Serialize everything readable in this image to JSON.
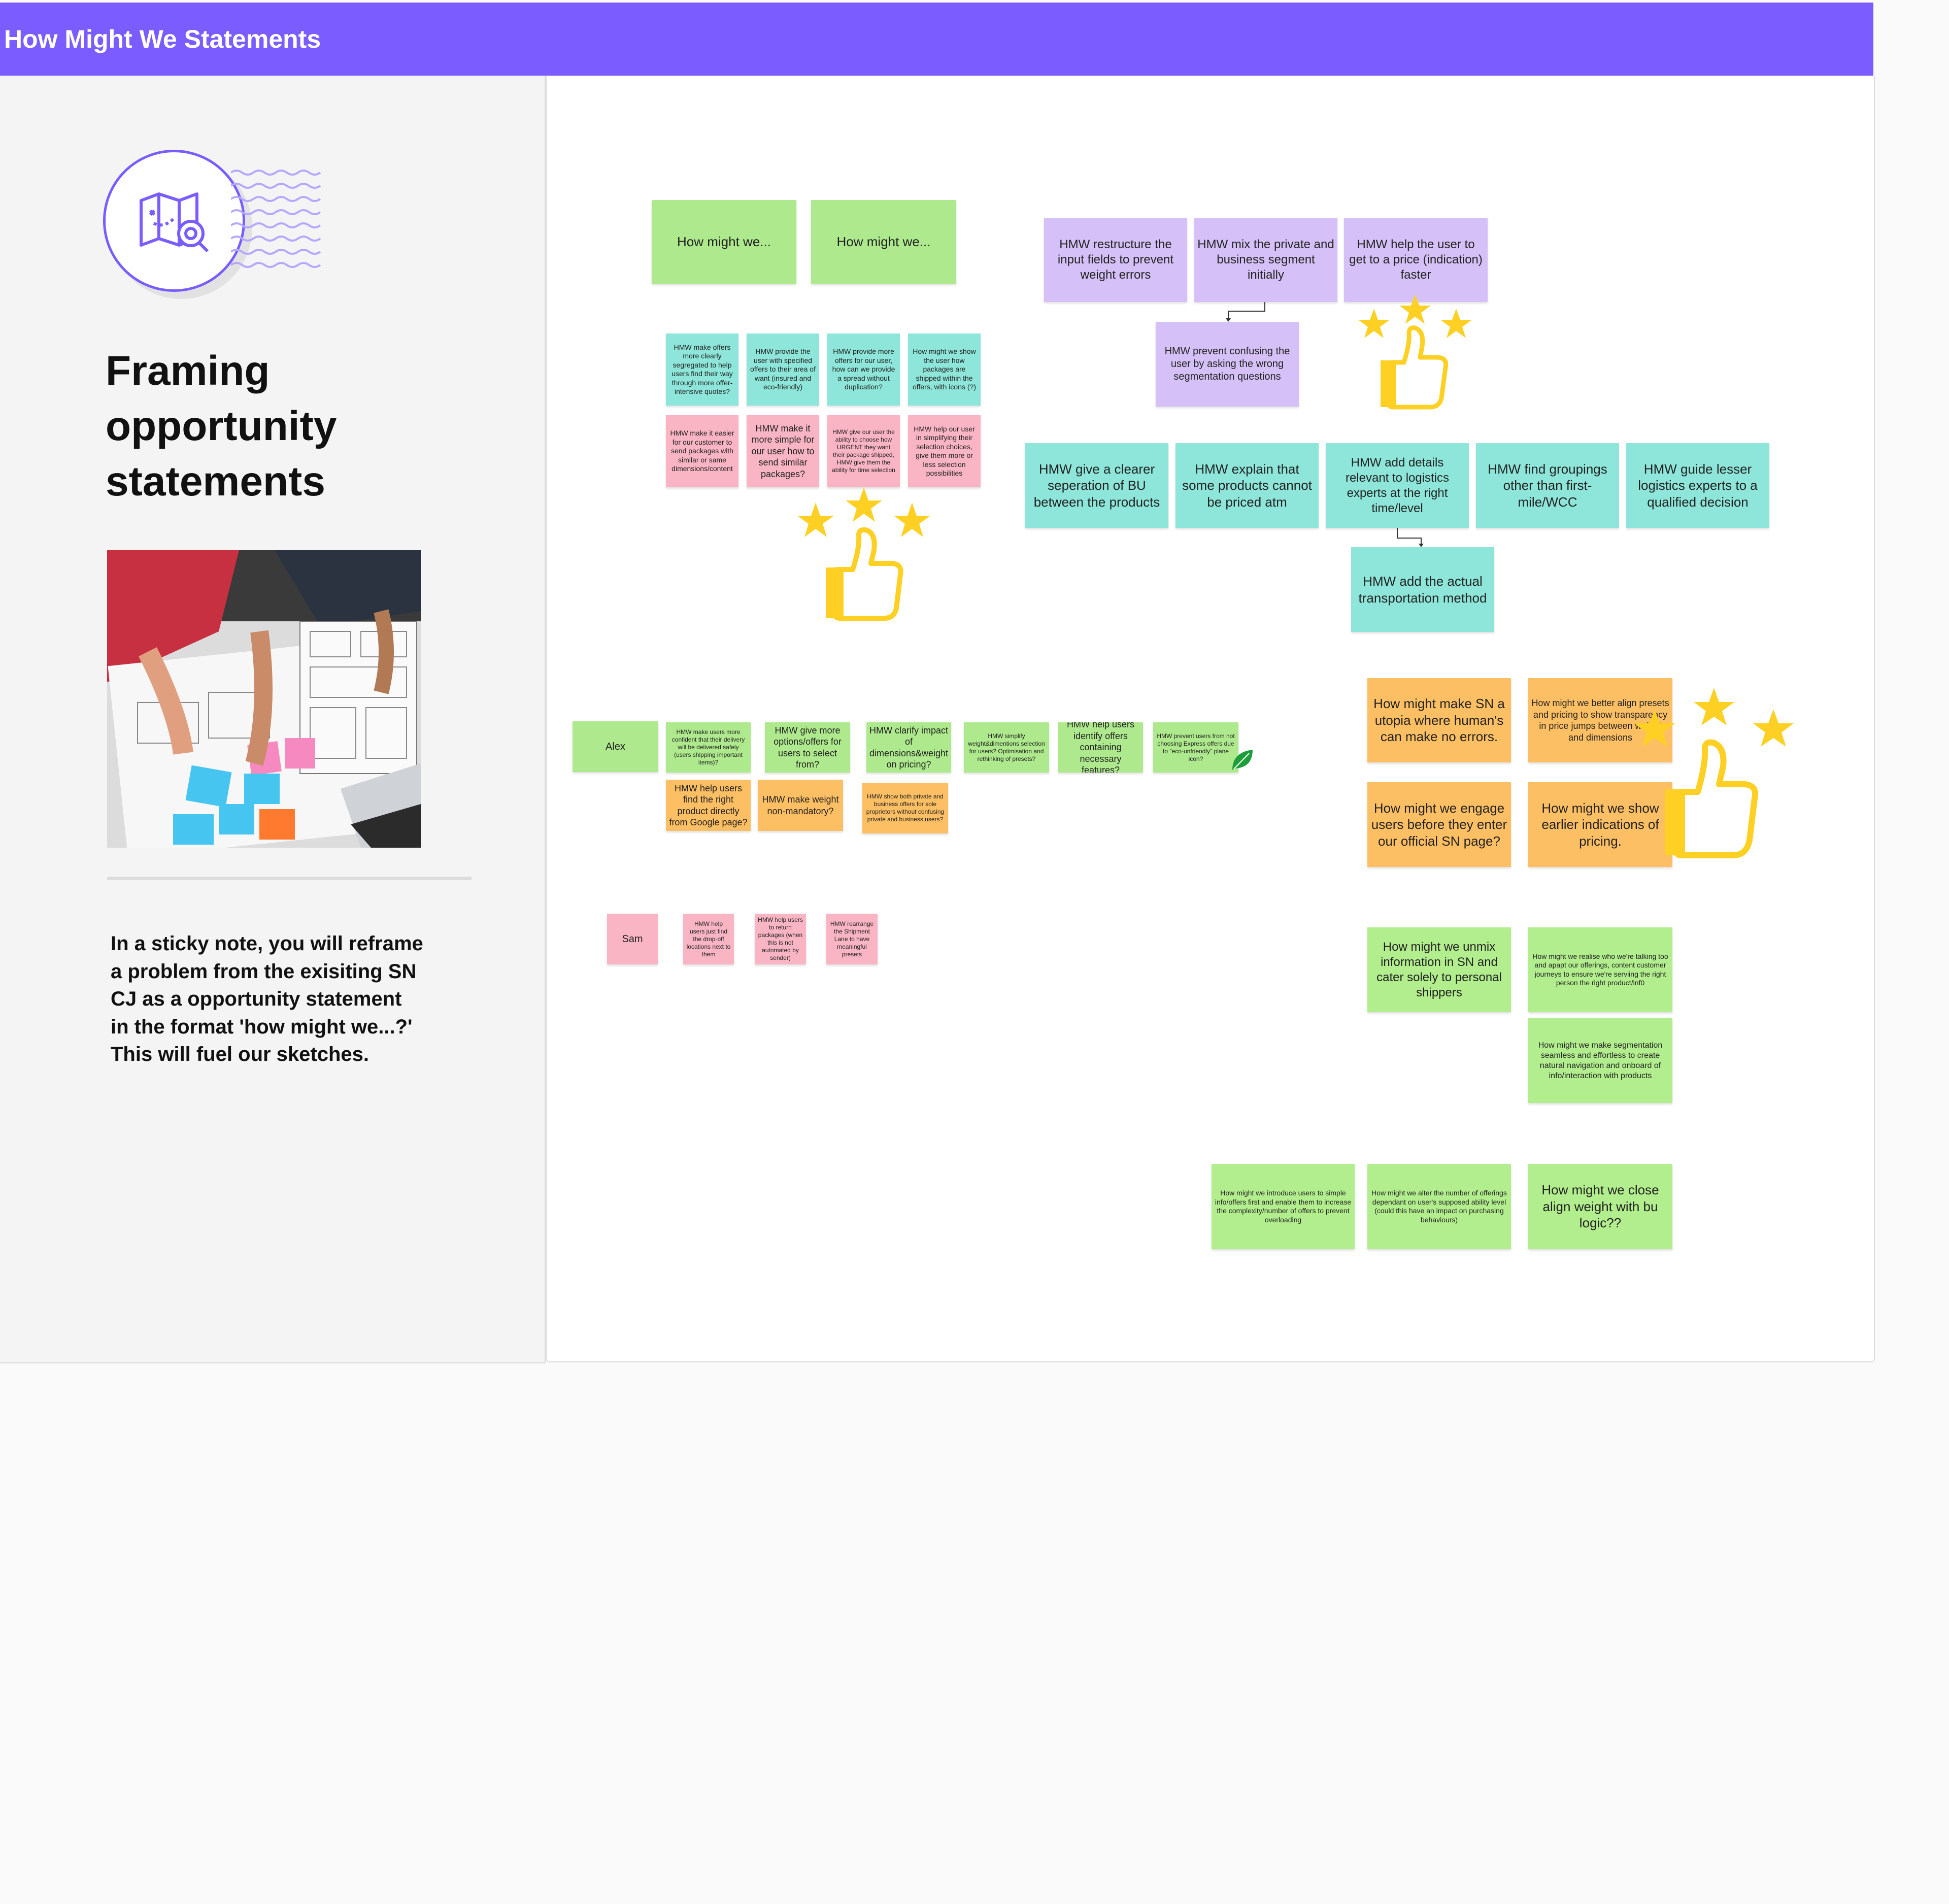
{
  "header": {
    "title": "How Might We Statements"
  },
  "panel": {
    "title": "Framing opportunity statements",
    "instructions": "In a sticky note, you will reframe a problem from the exisiting SN CJ as a opportunity statement in the format 'how might we...?' This will fuel our sketches."
  },
  "board": {
    "examples": [
      "How might we...",
      "How might we..."
    ],
    "cluster_a_teal": [
      "HMW make offers more clearly segregated to help users find their way through more offer-intensive quotes?",
      "HMW provide the user with specified offers to their area of want (insured and eco-friendly)",
      "HMW provide more offers for our user, how can we provide a spread without duplication?",
      "How might we show the user how packages are shipped within the offers, with icons (?)"
    ],
    "cluster_a_pink": [
      "HMW make it easier for our customer to send packages with similar or same dimensions/content",
      "HMW make it more simple for our user how to send similar packages?",
      "HMW give our user the ability to choose how URGENT they want their package shipped, HMW give them the ability for time selection",
      "HMW help our user in simplifying their selection choices, give them more or less selection possibilities"
    ],
    "purple": [
      "HMW restructure the input fields to prevent weight errors",
      "HMW mix the private and business segment initially",
      "HMW help the user to get to a price (indication) faster",
      "HMW prevent confusing the user by asking the wrong segmentation questions"
    ],
    "teal_row": [
      "HMW give a clearer seperation of BU between the products",
      "HMW explain that some products cannot be priced atm",
      "HMW add details relevant to logistics experts at the right time/level",
      "HMW find groupings other than first-mile/WCC",
      "HMW guide lesser logistics experts to a qualified decision",
      "HMW add the actual transportation method"
    ],
    "alex": {
      "name": "Alex",
      "green": [
        "HMW make users more confident that their delivery will be delivered safely (users shipping important items)?",
        "HMW give more options/offers for users to select from?",
        "HMW clarify impact of dimensions&weight on pricing?",
        "HMW simplify weight&dimentions selection for users? Optimisation and rethinking of presets?",
        "HMW help users identify offers containing necessary features?",
        "HMW prevent users from not choosing Express offers due to \"eco-unfriendly\" plane icon?"
      ],
      "orange": [
        "HMW help users find the right product directly from Google page?",
        "HMW make weight non-mandatory?",
        "HMW show both private and business offers for sole proprietors without confusing private and business users?"
      ]
    },
    "sam": {
      "name": "Sam",
      "pink": [
        "HMW help users just find the drop-off locations next to them",
        "HMW help users to return packages (when this is not automated by sender)",
        "HMW rearrange the Shipment Lane to have meaningful presets"
      ]
    },
    "orange_right": [
      "How might make SN a utopia where human's can make no errors.",
      "How might we better align presets and pricing to show transparency in price jumps between weight and dimensions",
      "How might we engage users before they enter our official SN page?",
      "How might we show earlier indications of pricing."
    ],
    "green_right": [
      "How might we unmix information in SN and cater solely to personal shippers",
      "How might we realise who we're talking too and apapt our offerings, content customer journeys to ensure we're serviing the right person the right product/inf0",
      "How might we make segmentation seamless and effortless to create natural navigation and onboard of info/interaction with products"
    ],
    "green_bottom": [
      "How might we introduce users to simple info/offers first and enable them to increase the complexity/number of offers to prevent overloading",
      "How might we alter the number of offerings dependant on user's supposed ability level (could this have an impact on purchasing behaviours)",
      "How might we close align weight with bu logic??"
    ]
  },
  "colors": {
    "header": "#7a5cff",
    "sticky_green": "#aeea8d",
    "sticky_teal": "#8de6d9",
    "sticky_pink": "#f9b5c3",
    "sticky_purple": "#d5c1f7",
    "sticky_orange": "#fdbf63",
    "star": "#fdd023"
  },
  "icons": [
    "map-search-icon",
    "star-icon",
    "thumbs-up-icon",
    "leaf-icon"
  ]
}
